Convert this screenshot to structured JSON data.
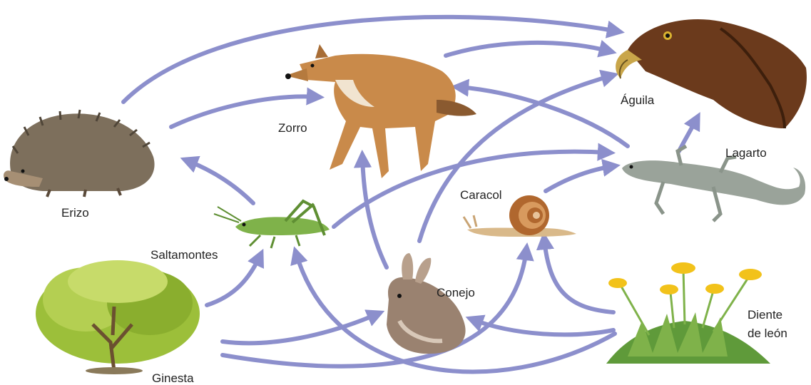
{
  "colors": {
    "arrow": "#8c8fcc",
    "fox": "#c98a4a",
    "eagle": "#6b3a1c",
    "hedgehog": "#7d6f5c",
    "grasshopper": "#7fb24a",
    "snail_shell": "#b0672e",
    "rabbit": "#9a8270",
    "lizard": "#9aa39a",
    "broom_leaves": "#9cbf3a",
    "dandelion_flower": "#f2c21a"
  },
  "organisms": [
    {
      "id": "erizo",
      "label": "Erizo",
      "icon": "hedgehog-icon"
    },
    {
      "id": "zorro",
      "label": "Zorro",
      "icon": "fox-icon"
    },
    {
      "id": "aguila",
      "label": "Águila",
      "icon": "eagle-icon"
    },
    {
      "id": "lagarto",
      "label": "Lagarto",
      "icon": "lizard-icon"
    },
    {
      "id": "caracol",
      "label": "Caracol",
      "icon": "snail-icon"
    },
    {
      "id": "saltamontes",
      "label": "Saltamontes",
      "icon": "grasshopper-icon"
    },
    {
      "id": "conejo",
      "label": "Conejo",
      "icon": "rabbit-icon"
    },
    {
      "id": "ginesta",
      "label": "Ginesta",
      "icon": "broom-plant-icon"
    },
    {
      "id": "diente",
      "label": [
        "Diente",
        "de león"
      ],
      "icon": "dandelion-icon"
    }
  ],
  "links": [
    {
      "from": "erizo",
      "to": "aguila"
    },
    {
      "from": "erizo",
      "to": "zorro"
    },
    {
      "from": "zorro",
      "to": "aguila"
    },
    {
      "from": "saltamontes",
      "to": "erizo"
    },
    {
      "from": "saltamontes",
      "to": "lagarto"
    },
    {
      "from": "lagarto",
      "to": "aguila"
    },
    {
      "from": "lagarto",
      "to": "zorro"
    },
    {
      "from": "caracol",
      "to": "lagarto"
    },
    {
      "from": "conejo",
      "to": "zorro"
    },
    {
      "from": "conejo",
      "to": "aguila"
    },
    {
      "from": "ginesta",
      "to": "saltamontes"
    },
    {
      "from": "ginesta",
      "to": "conejo"
    },
    {
      "from": "ginesta",
      "to": "caracol"
    },
    {
      "from": "diente",
      "to": "conejo"
    },
    {
      "from": "diente",
      "to": "caracol"
    },
    {
      "from": "diente",
      "to": "saltamontes"
    }
  ]
}
